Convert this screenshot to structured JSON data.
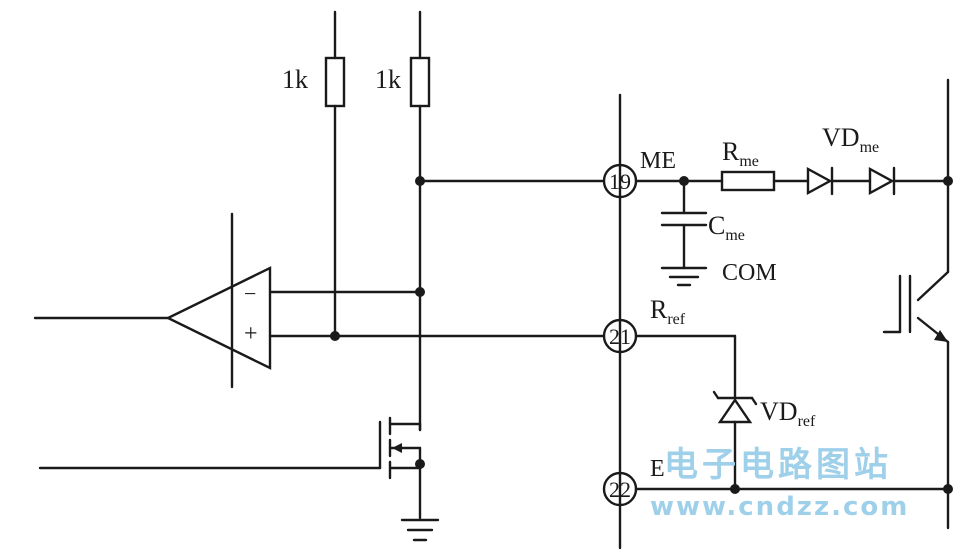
{
  "labels": {
    "r1": "1k",
    "r2": "1k",
    "pin_me": "19",
    "pin_rref": "21",
    "pin_e": "22",
    "me": "ME",
    "rme_main": "R",
    "rme_sub": "me",
    "vdme_main": "VD",
    "vdme_sub": "me",
    "cme_main": "C",
    "cme_sub": "me",
    "com": "COM",
    "rref_main": "R",
    "rref_sub": "ref",
    "vdref_main": "VD",
    "vdref_sub": "ref",
    "e": "E",
    "minus": "−",
    "plus": "+"
  },
  "watermark": {
    "line1": "电子电路图站",
    "line2": "www.cndzz.com",
    "color": "#9fd0ea"
  }
}
